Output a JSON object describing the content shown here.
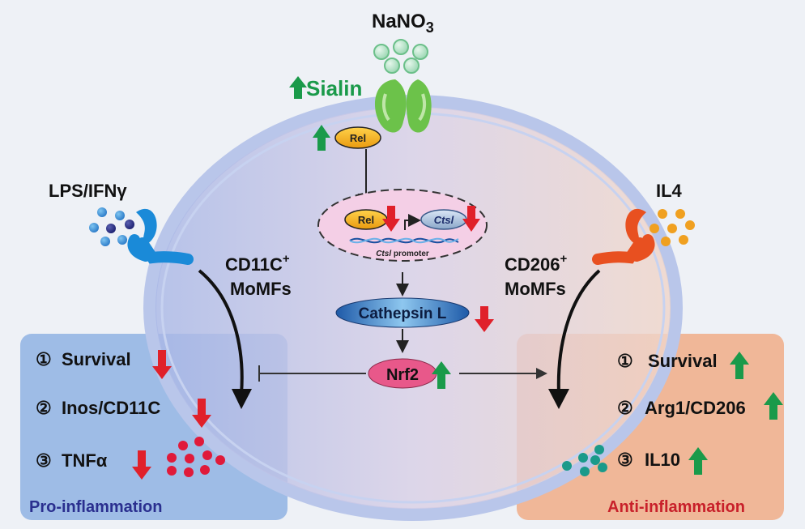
{
  "top": {
    "nano3_base": "NaNO",
    "nano3_sub": "3",
    "sialin": "Sialin"
  },
  "membrane": {
    "rel_label": "Rel"
  },
  "nucleus": {
    "rel_label": "Rel",
    "gene_label": "Ctsl",
    "promoter_italic": "Ctsl",
    "promoter_text": " promoter"
  },
  "pathway": {
    "cathepsin_label": "Cathepsin L",
    "nrf2_label": "Nrf2"
  },
  "left": {
    "stimulus": "LPS/IFNγ",
    "cell_type_line1": "CD11C",
    "cell_type_sup": "+",
    "cell_type_line2": "MoMFs",
    "box_title": "Pro-inflammation",
    "items": [
      {
        "num": "①",
        "label": "Survival"
      },
      {
        "num": "②",
        "label": "Inos/CD11C"
      },
      {
        "num": "③",
        "label": "TNFα"
      }
    ]
  },
  "right": {
    "stimulus": "IL4",
    "cell_type_line1": "CD206",
    "cell_type_sup": "+",
    "cell_type_line2": "MoMFs",
    "box_title": "Anti-inflammation",
    "items": [
      {
        "num": "①",
        "label": "Survival"
      },
      {
        "num": "②",
        "label": "Arg1/CD206"
      },
      {
        "num": "③",
        "label": "IL10"
      }
    ]
  },
  "colors": {
    "up_arrow": "#1a9a4a",
    "down_arrow": "#e0202a",
    "left_box": "#8fb3e3",
    "right_box": "#f0b08e",
    "pro_title": "#2a2f8f",
    "anti_title": "#c8202a",
    "rel_fill": "#f2b21a",
    "nrf2_fill": "#e8588a",
    "red_dots": "#e01a3a",
    "teal_dots": "#1a9a8a",
    "blue_dots": "#2a7ac8",
    "orange_dots": "#f0a020",
    "sialin_green": "#6cc24a"
  }
}
